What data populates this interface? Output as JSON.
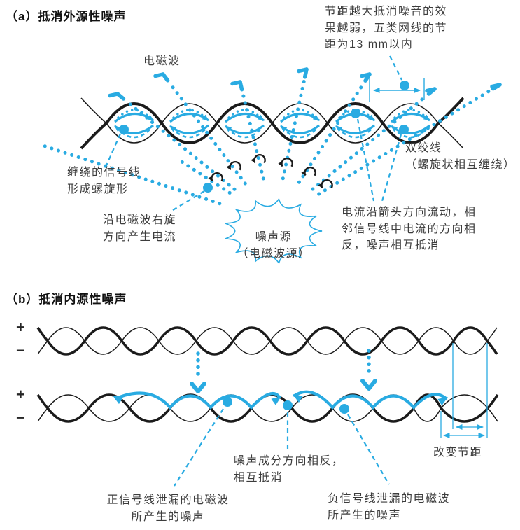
{
  "figure": {
    "colors": {
      "accent": "#29ABE2",
      "wire": "#1B1B1B",
      "text": "#3C3C3C"
    },
    "section_a": {
      "heading": "（a）抵消外源性噪声",
      "em_wave_label": "电磁波",
      "pitch_note_lines": [
        "节距越大抵消噪音的效",
        "果越弱，五类网线的节",
        "距为13 mm以内"
      ],
      "coil_label_lines": [
        "缠绕的信号线",
        "形成螺旋形"
      ],
      "rotation_label_lines": [
        "沿电磁波右旋",
        "方向产生电流"
      ],
      "noise_source_lines": [
        "噪声源",
        "（电磁波源）"
      ],
      "twisted_pair_label_lines": [
        "双绞线",
        "（螺旋状相互缠绕）"
      ],
      "current_note_lines": [
        "电流沿箭头方向流动，相",
        "邻信号线中电流的方向相",
        "反，噪声相互抵消"
      ]
    },
    "section_b": {
      "heading": "（b）抵消内源性噪声",
      "wire_plus": "+",
      "wire_minus": "−",
      "opposite_note_lines": [
        "噪声成分方向相反，",
        "相互抵消"
      ],
      "positive_leak_lines": [
        "正信号线泄漏的电磁波",
        "所产生的噪声"
      ],
      "negative_leak_lines": [
        "负信号线泄漏的电磁波",
        "所产生的噪声"
      ],
      "change_pitch_label": "改变节距"
    }
  }
}
